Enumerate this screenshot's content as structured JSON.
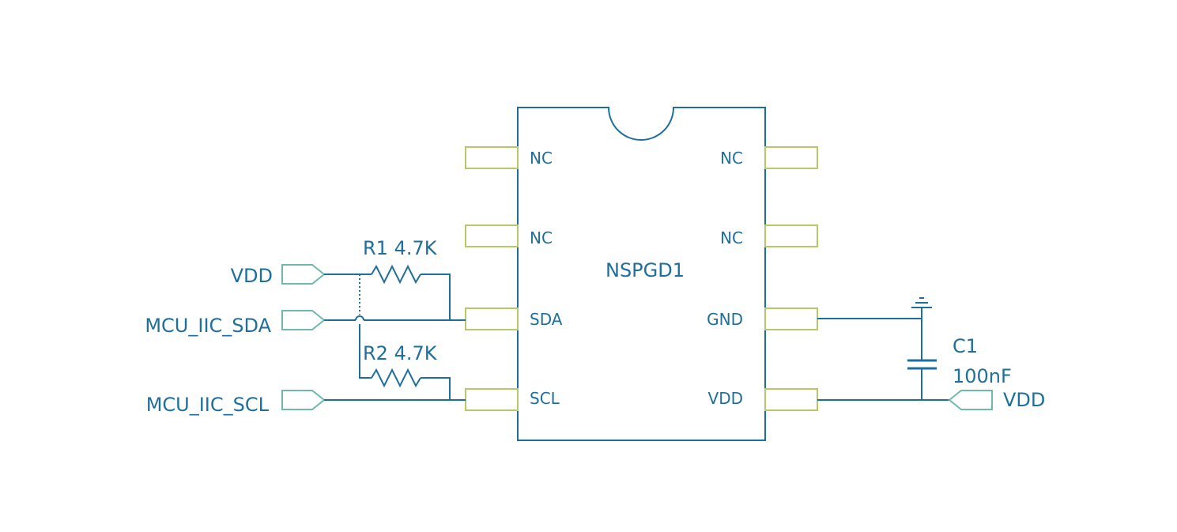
{
  "chip": {
    "name": "NSPGD1",
    "pins_left": [
      "NC",
      "NC",
      "SDA",
      "SCL"
    ],
    "pins_right": [
      "NC",
      "NC",
      "GND",
      "VDD"
    ]
  },
  "ports": {
    "left_vdd": "VDD",
    "sda": "MCU_IIC_SDA",
    "scl": "MCU_IIC_SCL",
    "right_vdd": "VDD"
  },
  "resistors": {
    "r1": "R1 4.7K",
    "r2": "R2 4.7K"
  },
  "capacitor": {
    "ref": "C1",
    "value": "100nF"
  },
  "colors": {
    "wire": "#1e6f9c",
    "pad": "#b5c96a",
    "port": "#6fb8ae"
  }
}
